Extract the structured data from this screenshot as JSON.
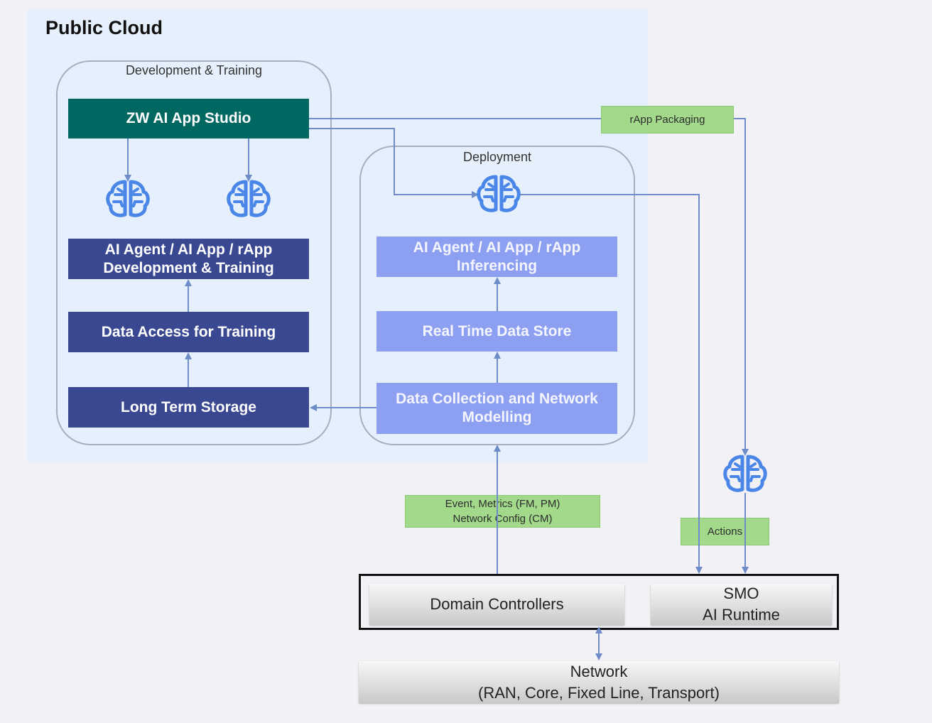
{
  "cloud": {
    "title": "Public Cloud"
  },
  "dev": {
    "title": "Development & Training",
    "studio": "ZW AI App Studio",
    "agent": "AI Agent / AI App / rApp\nDevelopment & Training",
    "data_access": "Data Access for Training",
    "storage": "Long Term Storage"
  },
  "deploy": {
    "title": "Deployment",
    "agent": "AI Agent / AI App / rApp\nInferencing",
    "rtstore": "Real Time Data Store",
    "collection": "Data Collection and Network\nModelling"
  },
  "tags": {
    "packaging": "rApp Packaging",
    "events": "Event, Metrics (FM, PM)\nNetwork Config (CM)",
    "actions": "Actions"
  },
  "bottom": {
    "domain": "Domain Controllers",
    "smo": "SMO\nAI Runtime",
    "network": "Network\n(RAN, Core, Fixed Line, Transport)"
  },
  "colors": {
    "navy_box": "#3a4791",
    "teal_box": "#006860",
    "light_box": "#8d9ff1",
    "tag_green": "#a2d98a",
    "connector": "#6e8cc8",
    "brain_icon": "#4a86e8"
  },
  "icons": [
    "brain-icon"
  ]
}
